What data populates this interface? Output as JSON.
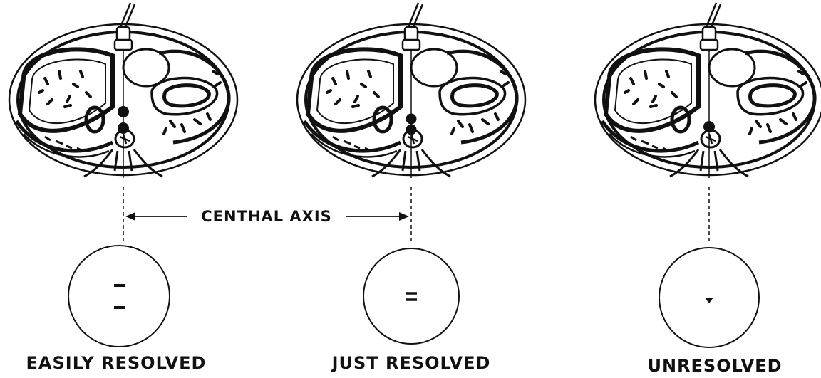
{
  "central_axis_label": "CENTHAL AXIS",
  "panels": [
    {
      "caption": "EASILY RESOLVED",
      "result": "two-separate-dashes"
    },
    {
      "caption": "JUST RESOLVED",
      "result": "two-close-dashes"
    },
    {
      "caption": "UNRESOLVED",
      "result": "single-merged-blob"
    }
  ],
  "colors": {
    "ink": "#111111",
    "background": "#ffffff"
  }
}
